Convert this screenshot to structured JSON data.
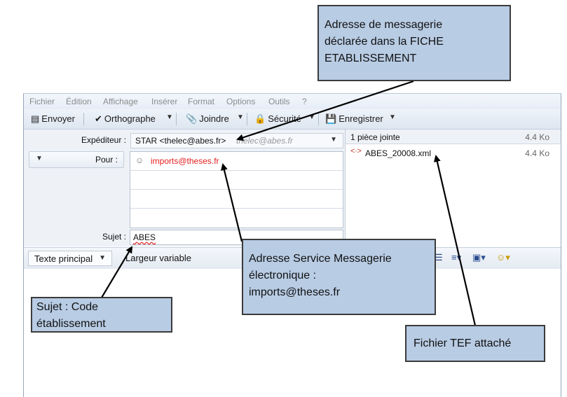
{
  "menubar": {
    "items": [
      "Fichier",
      "Édition",
      "Affichage",
      "Insérer",
      "Format",
      "Options",
      "Outils",
      "?"
    ]
  },
  "toolbar": {
    "send": "Envoyer",
    "spelling": "Orthographe",
    "attach": "Joindre",
    "security": "Sécurité",
    "save": "Enregistrer"
  },
  "headers": {
    "from_label": "Expéditeur :",
    "from_value": "STAR <thelec@abes.fr>",
    "from_hint": "thelec@abes.fr",
    "to_label": "Pour :",
    "to_value": "imports@theses.fr",
    "subject_label": "Sujet :",
    "subject_value": "ABES"
  },
  "attachments": {
    "header": "1 pièce jointe",
    "total_size": "4.4 Ko",
    "files": [
      {
        "name": "ABES_20008.xml",
        "size": "4.4 Ko"
      }
    ]
  },
  "format_bar": {
    "paragraph_style": "Texte principal",
    "font": "Largeur variable"
  },
  "icons": {
    "send": "send-icon",
    "spelling": "checkmark-icon",
    "attach": "paperclip-icon",
    "security": "lock-icon",
    "save": "floppy-disk-icon",
    "contact": "person-icon",
    "file": "xml-file-icon",
    "list": "bullet-list-icon",
    "color": "color-picker-icon",
    "smiley": "smiley-icon"
  },
  "colors": {
    "callout_fill": "#b8cce4",
    "recipient_text": "#e02020"
  },
  "annotations": {
    "sender": "Adresse de messagerie\ndéclarée dans la FICHE\nETABLISSEMENT",
    "recipient": "Adresse Service Messagerie\nélectronique :\nimports@theses.fr",
    "subject": "Sujet : Code\nétablissement",
    "file": "Fichier TEF attaché"
  }
}
